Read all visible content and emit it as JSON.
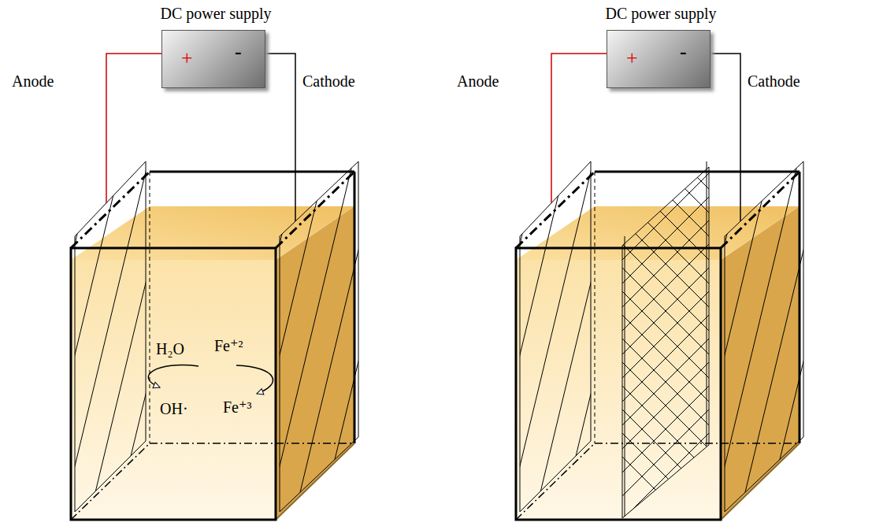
{
  "diagram": {
    "nodes": [
      {
        "text": [
          "DC power supply",
          "+",
          "-"
        ]
      },
      {
        "text": [
          "DC power supply",
          "+",
          "-"
        ]
      }
    ],
    "labels": [
      "Anode",
      "Cathode",
      "H₂O",
      "Fe⁺²",
      "OH·",
      "Fe⁺³",
      "Anode",
      "Cathode"
    ]
  }
}
